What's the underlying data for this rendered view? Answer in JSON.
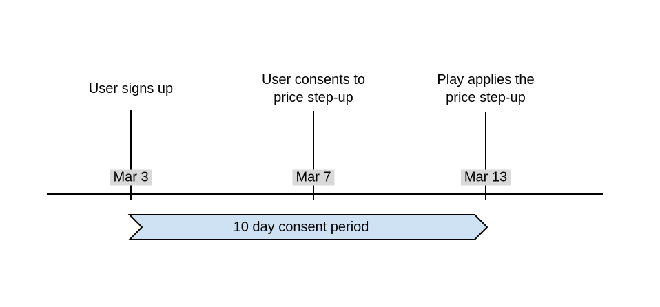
{
  "timeline": {
    "events": [
      {
        "id": "user-signs-up",
        "label_lines": [
          "User signs up"
        ],
        "date": "Mar 3"
      },
      {
        "id": "user-consents",
        "label_lines": [
          "User consents to",
          "price step-up"
        ],
        "date": "Mar 7"
      },
      {
        "id": "play-applies",
        "label_lines": [
          "Play applies the",
          "price step-up"
        ],
        "date": "Mar 13"
      }
    ],
    "period": {
      "label": "10 day consent period"
    },
    "colors": {
      "axis_line": "#000000",
      "marker_line": "#000000",
      "text": "#000000",
      "date_badge_background": "#d9d9d9",
      "period_banner_fill": "#cfe2f3",
      "period_banner_border": "#000000",
      "background": "#ffffff"
    }
  }
}
